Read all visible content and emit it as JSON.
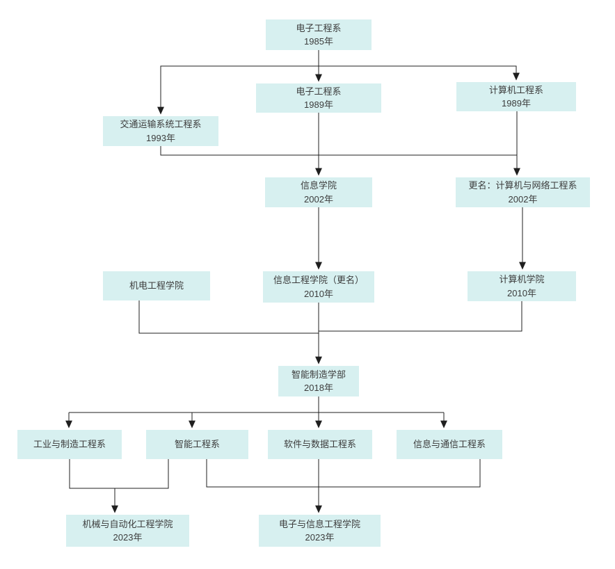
{
  "diagram": {
    "type": "org-evolution-flowchart",
    "colors": {
      "node_fill": "#d7f0f0",
      "node_text": "#3c3c3c",
      "line": "#1f1f1f",
      "background": "#ffffff"
    },
    "nodes": [
      {
        "label": "电子工程系",
        "year": "1985年"
      },
      {
        "label": "电子工程系",
        "year": "1989年"
      },
      {
        "label": "计算机工程系",
        "year": "1989年"
      },
      {
        "label": "交通运输系统工程系",
        "year": "1993年"
      },
      {
        "label": "信息学院",
        "year": "2002年"
      },
      {
        "label": "更名：计算机与网络工程系",
        "year": "2002年"
      },
      {
        "label": "机电工程学院",
        "year": ""
      },
      {
        "label": "信息工程学院（更名）",
        "year": "2010年"
      },
      {
        "label": "计算机学院",
        "year": "2010年"
      },
      {
        "label": "智能制造学部",
        "year": "2018年"
      },
      {
        "label": "工业与制造工程系",
        "year": ""
      },
      {
        "label": "智能工程系",
        "year": ""
      },
      {
        "label": "软件与数据工程系",
        "year": ""
      },
      {
        "label": "信息与通信工程系",
        "year": ""
      },
      {
        "label": "机械与自动化工程学院",
        "year": "2023年"
      },
      {
        "label": "电子与信息工程学院",
        "year": "2023年"
      }
    ],
    "edges": [
      {
        "from": 0,
        "to": 1
      },
      {
        "from": 0,
        "to": 2
      },
      {
        "from": 0,
        "to": 3
      },
      {
        "from": 1,
        "to": 4
      },
      {
        "from": 3,
        "to": 4
      },
      {
        "from": 3,
        "to": 5
      },
      {
        "from": 2,
        "to": 5
      },
      {
        "from": 4,
        "to": 7
      },
      {
        "from": 5,
        "to": 8
      },
      {
        "from": 6,
        "to": 9
      },
      {
        "from": 7,
        "to": 9
      },
      {
        "from": 8,
        "to": 9
      },
      {
        "from": 9,
        "to": 10
      },
      {
        "from": 9,
        "to": 11
      },
      {
        "from": 9,
        "to": 12
      },
      {
        "from": 9,
        "to": 13
      },
      {
        "from": 10,
        "to": 14
      },
      {
        "from": 11,
        "to": 14
      },
      {
        "from": 11,
        "to": 15
      },
      {
        "from": 12,
        "to": 15
      },
      {
        "from": 13,
        "to": 15
      }
    ]
  }
}
